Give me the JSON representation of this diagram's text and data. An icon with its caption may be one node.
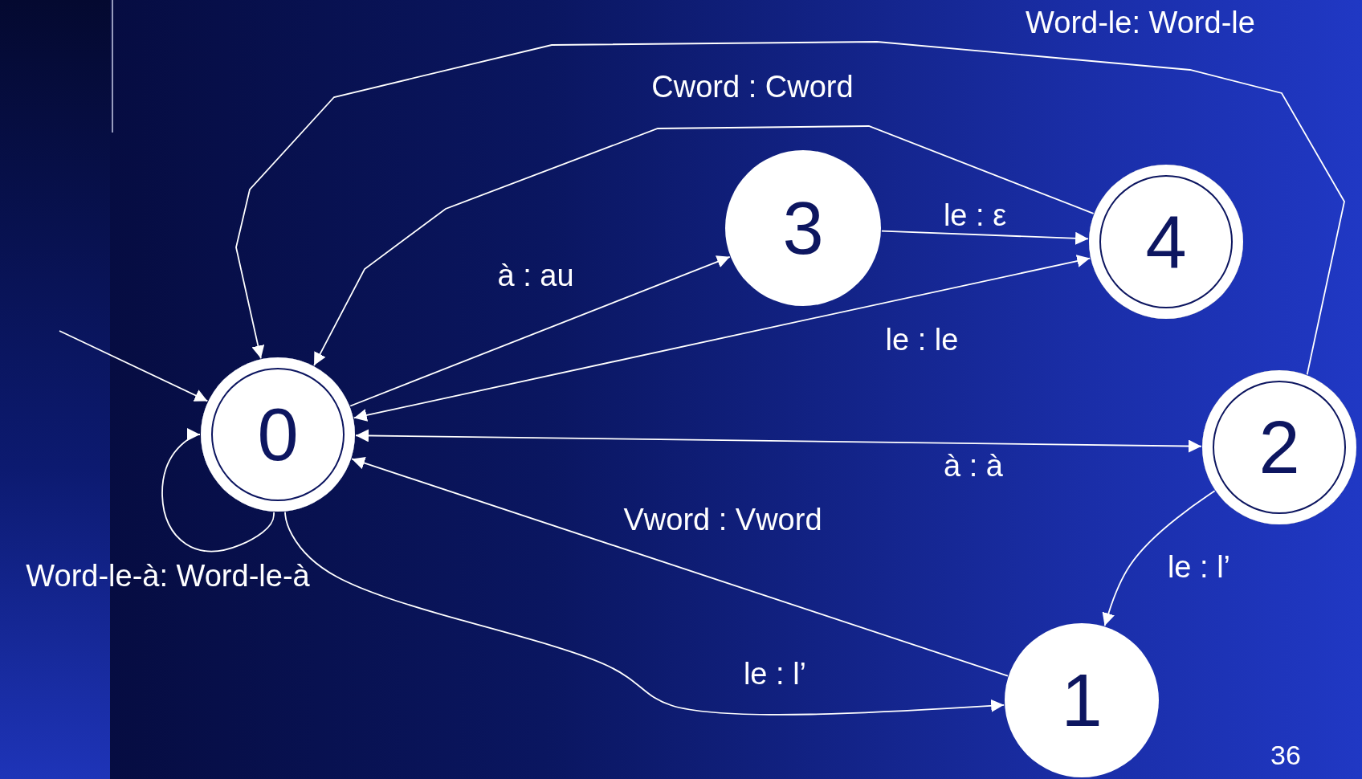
{
  "diagram": {
    "nodes": [
      {
        "text": [
          "0"
        ]
      },
      {
        "text": [
          "1"
        ]
      },
      {
        "text": [
          "2"
        ]
      },
      {
        "text": [
          "3"
        ]
      },
      {
        "text": [
          "4"
        ]
      }
    ],
    "edges": [
      {
        "from": null,
        "to": 0,
        "arrow": "to"
      },
      {
        "from": 0,
        "to": 3,
        "arrow": "to",
        "label": "à : au"
      },
      {
        "from": 3,
        "to": 4,
        "arrow": "to",
        "label": "le : ε"
      },
      {
        "from": 0,
        "to": 4,
        "arrow": "both",
        "label": "le : le"
      },
      {
        "from": 0,
        "to": 2,
        "arrow": "both",
        "label": "à : à"
      },
      {
        "from": 1,
        "to": 0,
        "arrow": "to",
        "label": "Vword : Vword"
      },
      {
        "from": 2,
        "to": 1,
        "arrow": "to",
        "label": "le : l’"
      },
      {
        "from": 0,
        "to": 1,
        "arrow": "to",
        "label": "le : l’"
      },
      {
        "from": 0,
        "to": 0,
        "arrow": "to",
        "label": "Word-le-à: Word-le-à"
      },
      {
        "from": 4,
        "to": 0,
        "arrow": "to",
        "label": "Cword : Cword"
      },
      {
        "from": 2,
        "to": 0,
        "arrow": "to",
        "label": "Word-le: Word-le"
      }
    ],
    "labels": [
      "36"
    ]
  }
}
